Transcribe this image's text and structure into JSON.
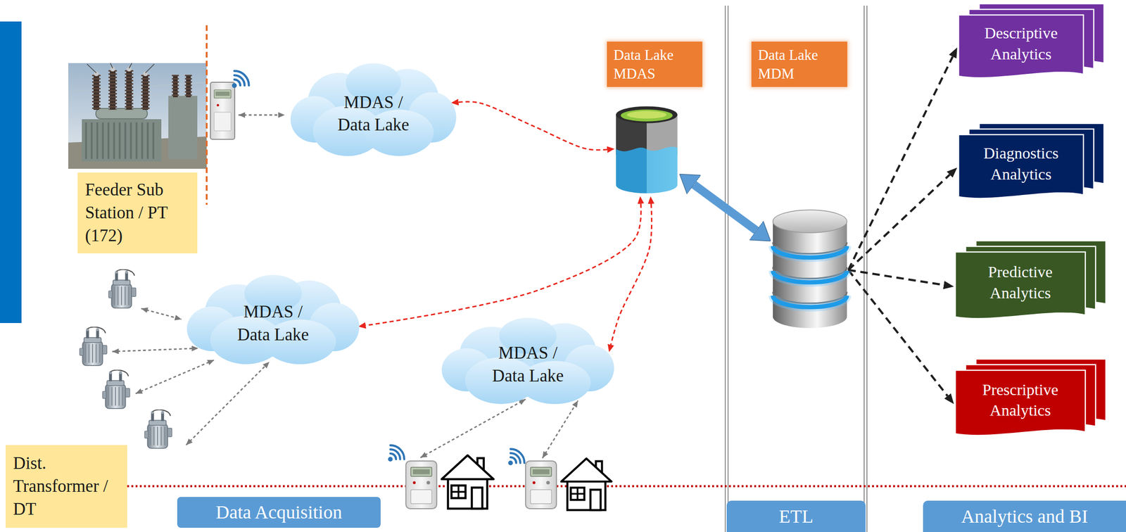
{
  "diagram": {
    "nodes": [
      {
        "text": [
          "Feeder Sub Station / PT (172)"
        ]
      },
      {
        "text": [
          "MDAS / Data Lake"
        ]
      },
      {
        "text": [
          "Data Lake MDAS"
        ]
      },
      {
        "text": [
          "Data Lake MDM"
        ]
      },
      {
        "text": [
          "Descriptive Analytics"
        ]
      },
      {
        "text": [
          "Diagnostics Analytics"
        ]
      },
      {
        "text": [
          "Predictive Analytics"
        ]
      },
      {
        "text": [
          "Prescriptive Analytics"
        ]
      },
      {
        "text": [
          "MDAS / Data Lake"
        ]
      },
      {
        "text": [
          "MDAS / Data Lake"
        ]
      },
      {
        "text": [
          "Dist. Transformer / DT"
        ]
      },
      {
        "text": [
          "Data Acquisition"
        ]
      },
      {
        "text": [
          "ETL"
        ]
      },
      {
        "text": [
          "Analytics and BI"
        ]
      }
    ],
    "edges": [
      {
        "from": 1,
        "to": 2,
        "arrow": "both"
      },
      {
        "from": 2,
        "to": 8,
        "arrow": "both"
      },
      {
        "from": 2,
        "to": 9,
        "arrow": "both"
      },
      {
        "from": 2,
        "to": 3,
        "arrow": "both"
      },
      {
        "from": 3,
        "to": 4,
        "arrow": "to"
      },
      {
        "from": 3,
        "to": 5,
        "arrow": "to"
      },
      {
        "from": 3,
        "to": 6,
        "arrow": "to"
      },
      {
        "from": 3,
        "to": 7,
        "arrow": "to"
      }
    ]
  }
}
